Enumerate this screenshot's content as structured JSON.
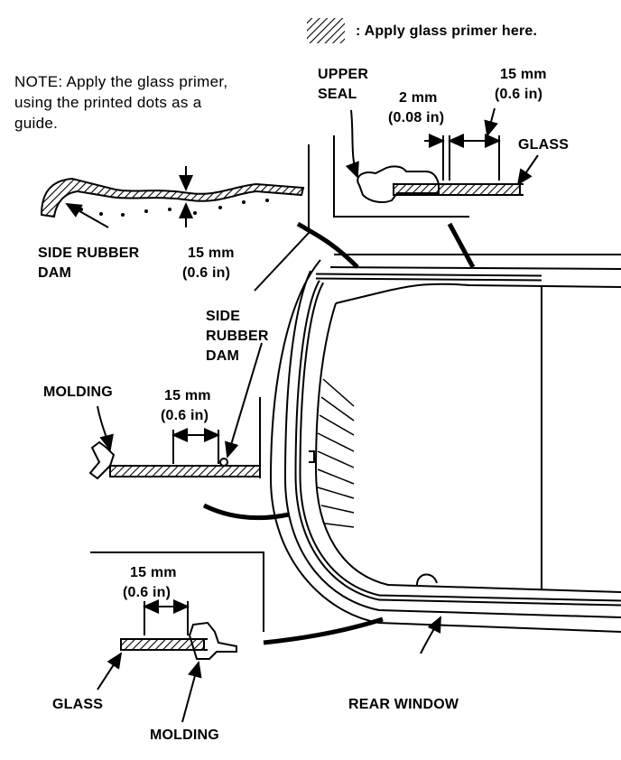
{
  "legend": {
    "swatch_icon": "hatch-icon",
    "text": ": Apply glass primer here."
  },
  "note": {
    "line1": "NOTE:  Apply the glass primer,",
    "line2": "using the printed dots as a",
    "line3": "guide."
  },
  "upper_detail": {
    "seal_line1": "UPPER",
    "seal_line2": "SEAL",
    "gap_mm": "2 mm",
    "gap_in": "(0.08 in)",
    "width_mm": "15 mm",
    "width_in": "(0.6 in)",
    "glass": "GLASS"
  },
  "dam_detail": {
    "dam_line1": "SIDE RUBBER",
    "dam_line2": "DAM",
    "width_mm": "15 mm",
    "width_in": "(0.6 in)"
  },
  "side_detail": {
    "dam_line1": "SIDE",
    "dam_line2": "RUBBER",
    "dam_line3": "DAM",
    "molding": "MOLDING",
    "width_mm": "15 mm",
    "width_in": "(0.6 in)"
  },
  "lower_detail": {
    "width_mm": "15 mm",
    "width_in": "(0.6 in)",
    "glass": "GLASS",
    "molding": "MOLDING"
  },
  "main": {
    "rear_window": "REAR WINDOW"
  },
  "colors": {
    "ink": "#000000",
    "paper": "#ffffff"
  }
}
